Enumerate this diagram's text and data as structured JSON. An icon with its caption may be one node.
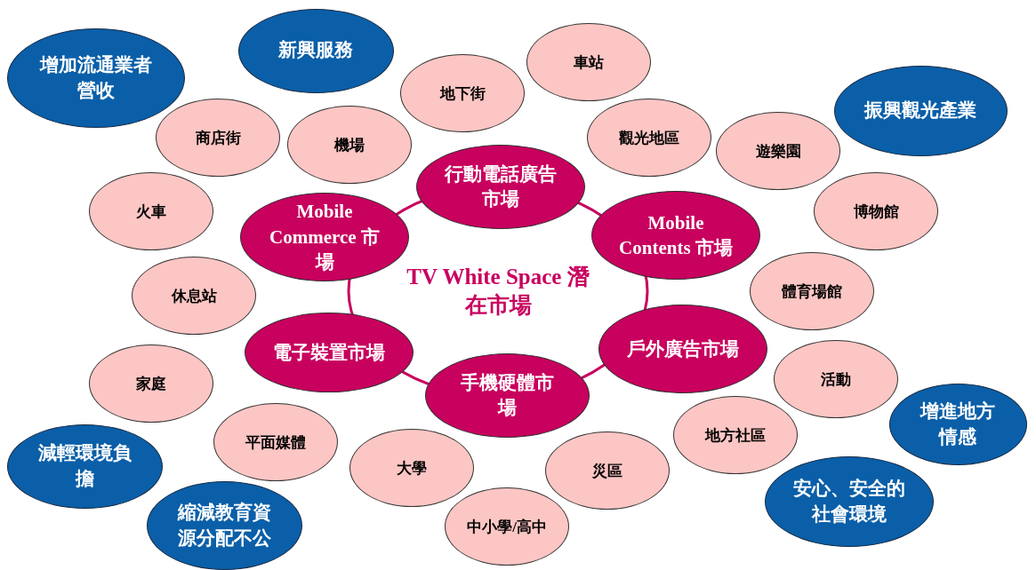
{
  "diagram": {
    "nodes": [
      {
        "text": [
          "新興服務"
        ]
      },
      {
        "text": [
          "車站"
        ]
      },
      {
        "text": [
          "增加流通業者營收"
        ]
      },
      {
        "text": [
          "地下街"
        ]
      },
      {
        "text": [
          "振興觀光產業"
        ]
      },
      {
        "text": [
          "商店街"
        ]
      },
      {
        "text": [
          "觀光地區"
        ]
      },
      {
        "text": [
          "機場"
        ]
      },
      {
        "text": [
          "遊樂園"
        ]
      },
      {
        "text": [
          "行動電話廣告市場"
        ]
      },
      {
        "text": [
          "火車"
        ]
      },
      {
        "text": [
          "博物館"
        ]
      },
      {
        "text": [
          "Mobile Commerce 市場"
        ]
      },
      {
        "text": [
          "Mobile Contents 市場"
        ]
      },
      {
        "text": [
          "TV White Space 潛在市場"
        ]
      },
      {
        "text": [
          "體育場館"
        ]
      },
      {
        "text": [
          "休息站"
        ]
      },
      {
        "text": [
          "電子裝置市場"
        ]
      },
      {
        "text": [
          "戶外廣告市場"
        ]
      },
      {
        "text": [
          "活動"
        ]
      },
      {
        "text": [
          "家庭"
        ]
      },
      {
        "text": [
          "手機硬體市場"
        ]
      },
      {
        "text": [
          "增進地方情感"
        ]
      },
      {
        "text": [
          "地方社區"
        ]
      },
      {
        "text": [
          "平面媒體"
        ]
      },
      {
        "text": [
          "減輕環境負擔"
        ]
      },
      {
        "text": [
          "大學"
        ]
      },
      {
        "text": [
          "災區"
        ]
      },
      {
        "text": [
          "安心、安全的社會環境"
        ]
      },
      {
        "text": [
          "縮減教育資源分配不公"
        ]
      },
      {
        "text": [
          "中小學/高中"
        ]
      }
    ]
  }
}
